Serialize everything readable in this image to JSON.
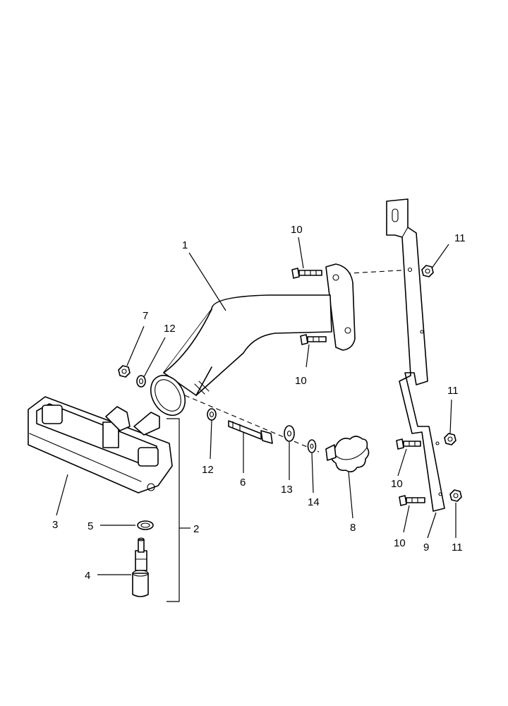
{
  "callouts": {
    "c1": "1",
    "c2": "2",
    "c3": "3",
    "c4": "4",
    "c5": "5",
    "c6": "6",
    "c7": "7",
    "c8": "8",
    "c9": "9",
    "c10a": "10",
    "c10b": "10",
    "c10c": "10",
    "c10d": "10",
    "c11a": "11",
    "c11b": "11",
    "c11c": "11",
    "c12a": "12",
    "c12b": "12",
    "c13": "13",
    "c14": "14"
  }
}
